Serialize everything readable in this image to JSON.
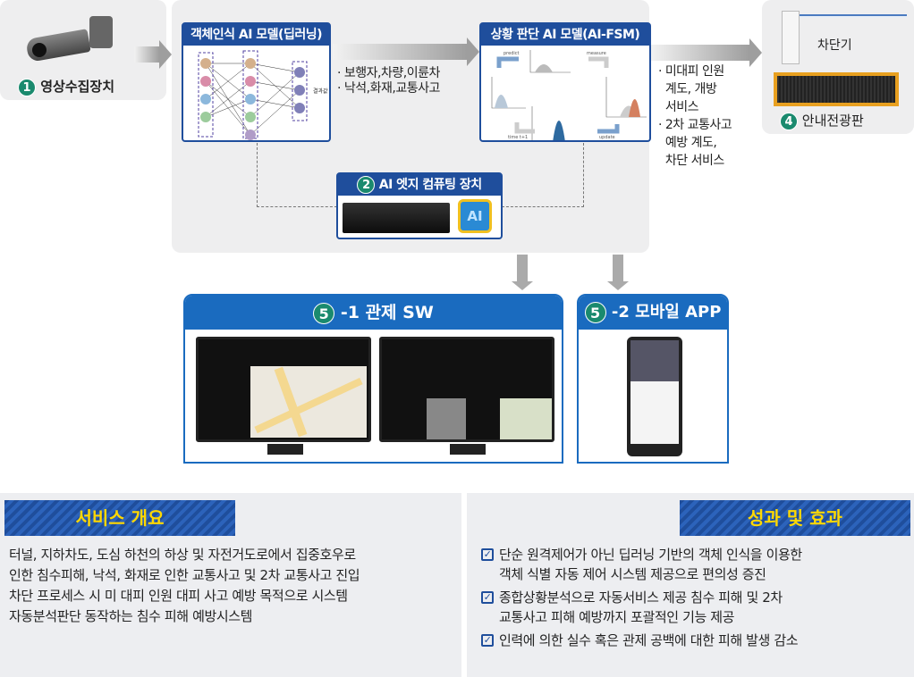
{
  "camera": {
    "num": "1",
    "label": "영상수집장치"
  },
  "model1": {
    "title": "객체인식 AI 모델(딥러닝)",
    "output_label": "결과값"
  },
  "detect": [
    "· 보행자,차량,이륜차",
    "· 낙석,화재,교통사고"
  ],
  "model2": {
    "title": "상황 판단 AI 모델(AI-FSM)",
    "labels": [
      "predict",
      "measure",
      "update",
      "time t+1"
    ]
  },
  "services": [
    "· 미대피 인원",
    "  계도, 개방",
    "  서비스",
    "· 2차 교통사고",
    "  예방 계도,",
    "  차단 서비스"
  ],
  "barrier": {
    "label": "차단기"
  },
  "sign": {
    "num": "4",
    "label": "안내전광판"
  },
  "edge": {
    "num": "2",
    "title": "AI 엣지 컴퓨팅 장치",
    "chip": "AI"
  },
  "sw": {
    "num": "5",
    "title": "-1 관제 SW"
  },
  "app": {
    "num": "5",
    "title": "-2 모바일 APP"
  },
  "overview": {
    "title": "서비스 개요",
    "lines": [
      "터널, 지하차도, 도심 하천의 하상 및 자전거도로에서 집중호우로",
      "인한 침수피해, 낙석, 화재로 인한 교통사고 및 2차 교통사고 진입",
      "차단 프로세스 시 미 대피 인원 대피 사고 예방 목적으로 시스템",
      "자동분석판단 동작하는 침수 피해 예방시스템"
    ]
  },
  "effects": {
    "title": "성과 및 효과",
    "items": [
      [
        "단순 원격제어가 아닌 딥러닝 기반의 객체 인식을 이용한",
        "객체 식별 자동 제어 시스템 제공으로 편의성 증진"
      ],
      [
        "종합상황분석으로 자동서비스 제공 침수 피해 및 2차",
        "교통사고 피해 예방까지 포괄적인 기능 제공"
      ],
      [
        "인력에 의한 실수 혹은 관제 공백에 대한 피해 발생 감소"
      ]
    ]
  },
  "colors": {
    "navy": "#1f4e9c",
    "blue": "#1a6bbf",
    "green": "#1a8a6e",
    "yellow": "#ffd800",
    "orange": "#e8a020"
  }
}
